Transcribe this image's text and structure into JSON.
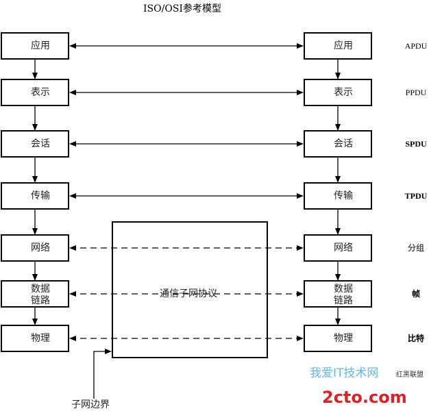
{
  "title": "ISO/OSI参考模型",
  "layers": [
    {
      "left": "应用",
      "right": "应用",
      "pdu": "APDU",
      "bold": false,
      "dashed": false
    },
    {
      "left": "表示",
      "right": "表示",
      "pdu": "PPDU",
      "bold": false,
      "dashed": false
    },
    {
      "left": "会话",
      "right": "会话",
      "pdu": "SPDU",
      "bold": true,
      "dashed": false
    },
    {
      "left": "传输",
      "right": "传输",
      "pdu": "TPDU",
      "bold": true,
      "dashed": false
    },
    {
      "left": "网络",
      "right": "网络",
      "pdu": "分组",
      "bold": false,
      "dashed": true
    },
    {
      "left": "数据",
      "left2": "链路",
      "right": "数据",
      "right2": "链路",
      "pdu": "帧",
      "bold": true,
      "dashed": true
    },
    {
      "left": "物理",
      "right": "物理",
      "pdu": "比特",
      "bold": true,
      "dashed": true
    }
  ],
  "subnet_box_label": "通信子网协议",
  "subnet_boundary_label": "子网边界",
  "watermark": {
    "cn": "我爱IT技术网",
    "brand": "2cto.com",
    "tag": "红黑联盟"
  }
}
